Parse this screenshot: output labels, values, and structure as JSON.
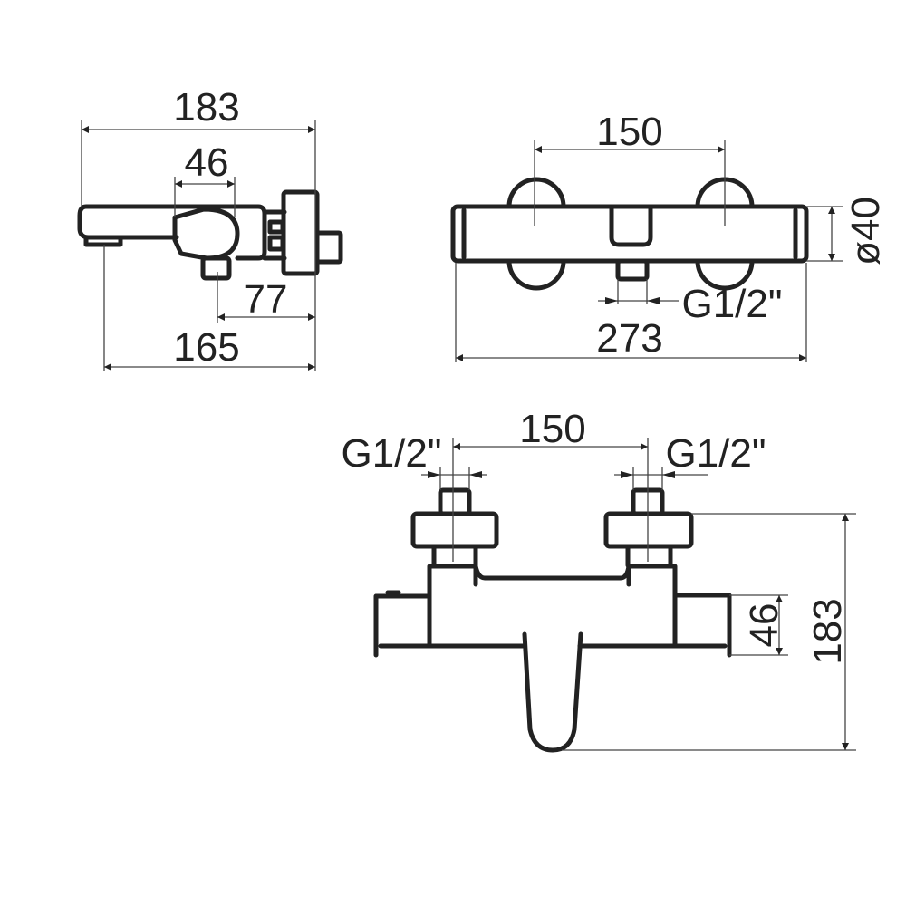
{
  "side_view": {
    "overall_length": "183",
    "valve_width": "46",
    "handle_offset": "77",
    "wall_to_spout": "165"
  },
  "front_view": {
    "inlet_spacing": "150",
    "diameter": "ø40",
    "thread": "G1/2\"",
    "overall_width": "273"
  },
  "top_view": {
    "inlet_spacing": "150",
    "thread_left": "G1/2\"",
    "thread_right": "G1/2\"",
    "body_depth": "46",
    "overall_depth": "183"
  },
  "colors": {
    "line": "#222222",
    "background": "#ffffff"
  }
}
